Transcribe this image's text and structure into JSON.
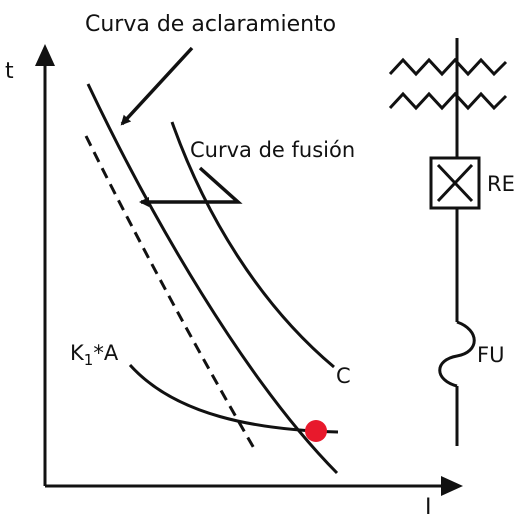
{
  "labels": {
    "title": "Curva de aclaramiento",
    "fusion": "Curva de fusión",
    "axis_t": "t",
    "axis_i": "I",
    "curve_c": "C",
    "k1_a_prefix": "K",
    "k1_a_sub": "1",
    "k1_a_suffix": "*A",
    "relay": "RE",
    "fuse": "FU"
  },
  "colors": {
    "ink": "#111111",
    "marker": "#e8192c"
  }
}
